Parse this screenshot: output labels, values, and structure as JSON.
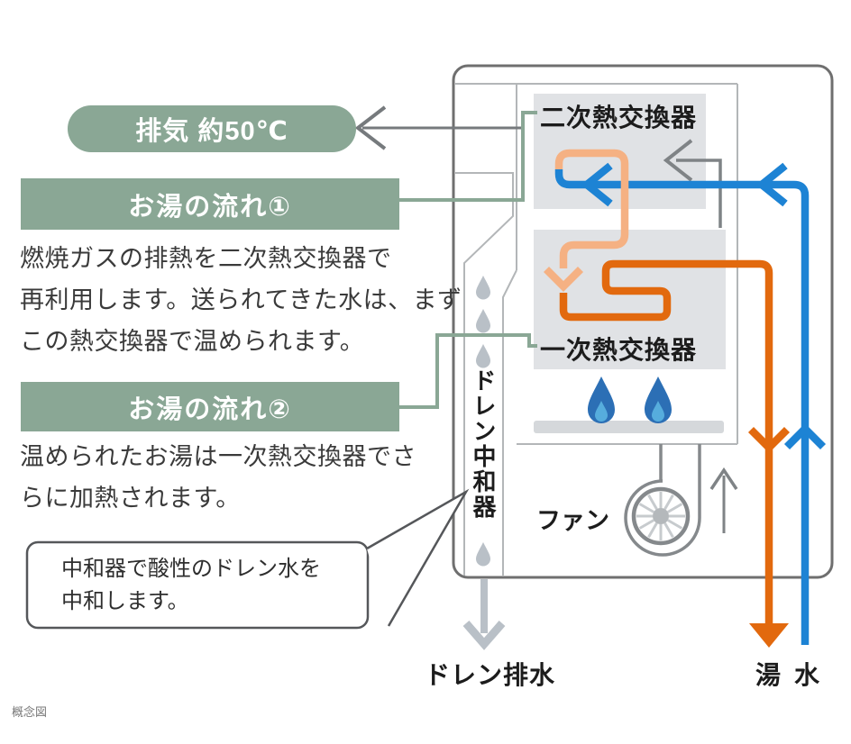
{
  "colors": {
    "sage_green": "#8AA795",
    "hot_water_orange": "#E2690E",
    "warmed_water_peach": "#F5B183",
    "cold_water_blue": "#1D83D4",
    "flame_blue_outer": "#2C6FB5",
    "flame_blue_inner": "#56ADDD",
    "drain_gray": "#B9C0C7",
    "unit_border_gray": "#6F6F6F",
    "hx_box_gray": "#E0E2E5"
  },
  "exhaust": {
    "label": "排気 約50℃"
  },
  "flow1": {
    "title": "お湯の流れ①",
    "body_lines": [
      "燃焼ガスの排熱を二次熱交換器で",
      "再利用します。送られてきた水は、まず",
      "この熱交換器で温められます。"
    ]
  },
  "flow2": {
    "title": "お湯の流れ②",
    "body_lines": [
      "温められたお湯は一次熱交換器でさ",
      "らに加熱されます。"
    ]
  },
  "callout": {
    "lines": [
      "中和器で酸性のドレン水を",
      "中和します。"
    ]
  },
  "diagram": {
    "secondary_hx": "二次熱交換器",
    "primary_hx": "一次熱交換器",
    "neutralizer": "ドレン中和器",
    "fan": "ファン",
    "drain_out": "ドレン排水",
    "hot": "湯",
    "cold": "水"
  },
  "caption": "概念図"
}
